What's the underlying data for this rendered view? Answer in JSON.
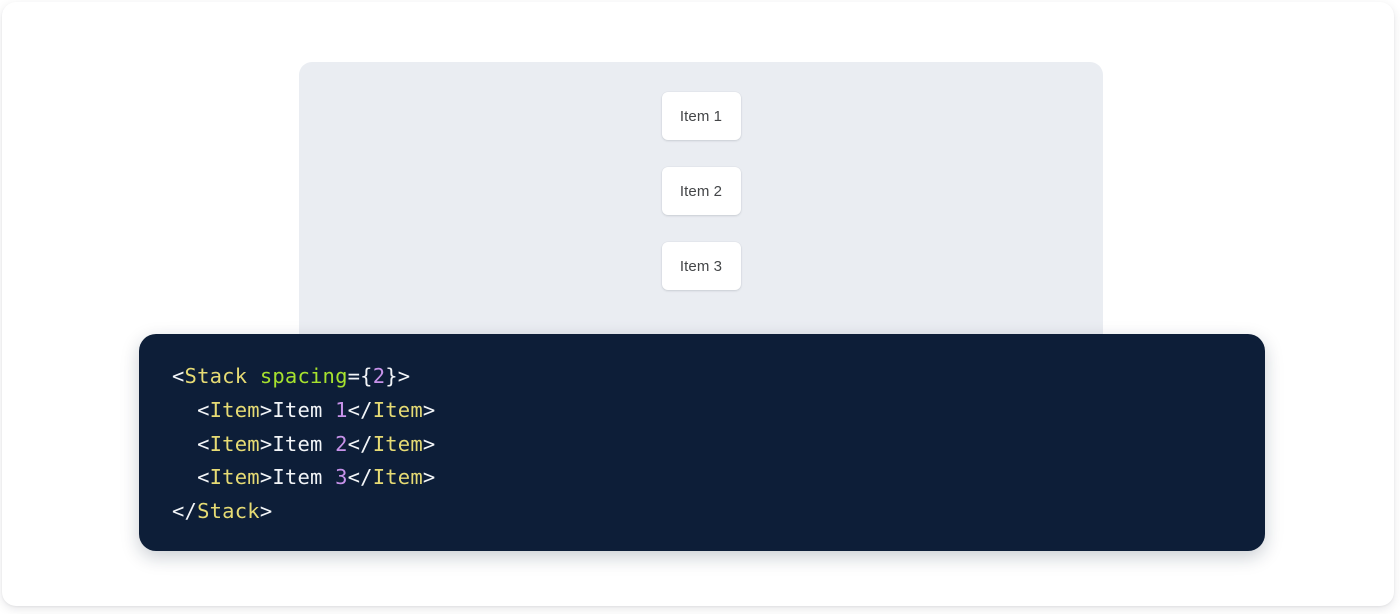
{
  "preview": {
    "panel_background": "#eaedf2",
    "stack": {
      "direction": "vertical",
      "spacing": 2,
      "items": [
        {
          "label": "Item 1"
        },
        {
          "label": "Item 2"
        },
        {
          "label": "Item 3"
        }
      ]
    }
  },
  "code_block": {
    "background": "#0d1e38",
    "language": "jsx",
    "colors": {
      "punctuation": "#f2f5f8",
      "tag": "#e6db74",
      "attribute": "#a6e22e",
      "number": "#c792ea",
      "text": "#f2f5f8"
    },
    "lines": [
      {
        "indent": "",
        "tokens": [
          {
            "t": "<",
            "k": "punct"
          },
          {
            "t": "Stack",
            "k": "tag"
          },
          {
            "t": " ",
            "k": "text"
          },
          {
            "t": "spacing",
            "k": "attr"
          },
          {
            "t": "=",
            "k": "punct"
          },
          {
            "t": "{",
            "k": "punct"
          },
          {
            "t": "2",
            "k": "num"
          },
          {
            "t": "}",
            "k": "punct"
          },
          {
            "t": ">",
            "k": "punct"
          }
        ]
      },
      {
        "indent": "  ",
        "tokens": [
          {
            "t": "<",
            "k": "punct"
          },
          {
            "t": "Item",
            "k": "tag"
          },
          {
            "t": ">",
            "k": "punct"
          },
          {
            "t": "Item ",
            "k": "text"
          },
          {
            "t": "1",
            "k": "num"
          },
          {
            "t": "</",
            "k": "punct"
          },
          {
            "t": "Item",
            "k": "tag"
          },
          {
            "t": ">",
            "k": "punct"
          }
        ]
      },
      {
        "indent": "  ",
        "tokens": [
          {
            "t": "<",
            "k": "punct"
          },
          {
            "t": "Item",
            "k": "tag"
          },
          {
            "t": ">",
            "k": "punct"
          },
          {
            "t": "Item ",
            "k": "text"
          },
          {
            "t": "2",
            "k": "num"
          },
          {
            "t": "</",
            "k": "punct"
          },
          {
            "t": "Item",
            "k": "tag"
          },
          {
            "t": ">",
            "k": "punct"
          }
        ]
      },
      {
        "indent": "  ",
        "tokens": [
          {
            "t": "<",
            "k": "punct"
          },
          {
            "t": "Item",
            "k": "tag"
          },
          {
            "t": ">",
            "k": "punct"
          },
          {
            "t": "Item ",
            "k": "text"
          },
          {
            "t": "3",
            "k": "num"
          },
          {
            "t": "</",
            "k": "punct"
          },
          {
            "t": "Item",
            "k": "tag"
          },
          {
            "t": ">",
            "k": "punct"
          }
        ]
      },
      {
        "indent": "",
        "tokens": [
          {
            "t": "</",
            "k": "punct"
          },
          {
            "t": "Stack",
            "k": "tag"
          },
          {
            "t": ">",
            "k": "punct"
          }
        ]
      }
    ]
  }
}
